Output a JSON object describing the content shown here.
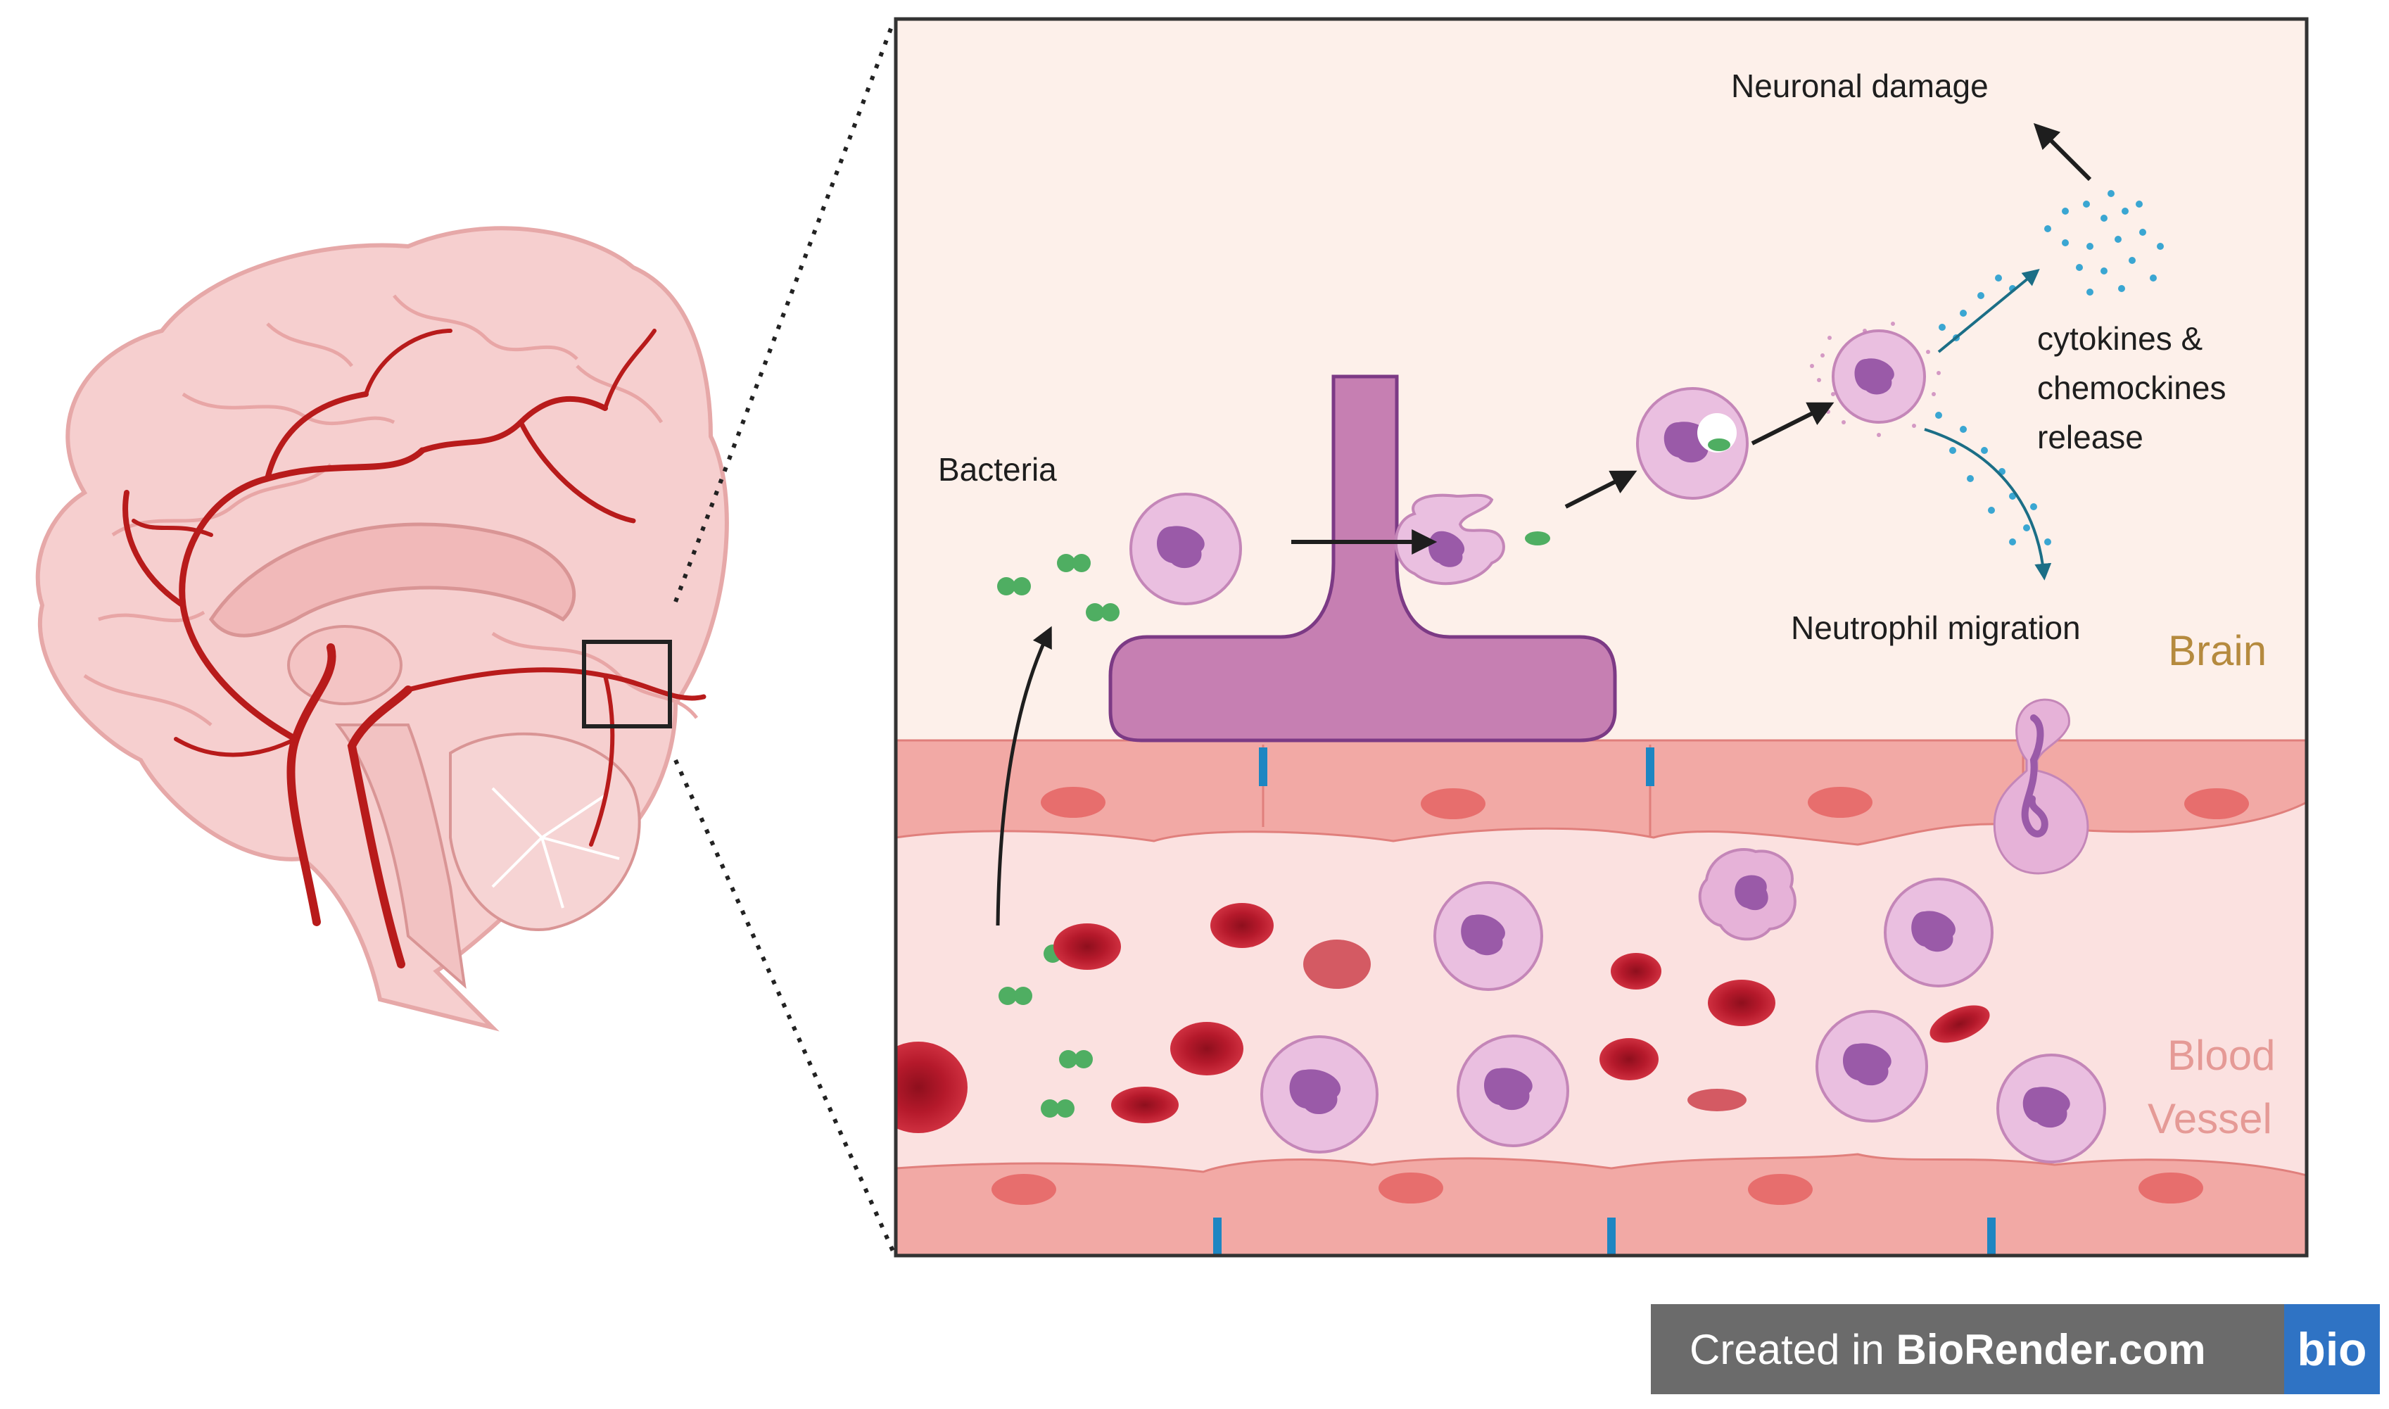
{
  "labels": {
    "neuronal_damage": "Neuronal damage",
    "cytokines_line1": "cytokines &",
    "cytokines_line2": "chemockines",
    "cytokines_line3": "release",
    "bacteria": "Bacteria",
    "neutrophil_migration": "Neutrophil migration",
    "brain": "Brain",
    "blood_line1": "Blood",
    "blood_line2": "Vessel"
  },
  "badge": {
    "prefix": "Created in ",
    "brand": "BioRender.com",
    "logo": "bio"
  },
  "colors": {
    "brain_zone": "#fdf0ea",
    "vessel_zone": "#fbe1e0",
    "endothelium": "#f2a9a5",
    "neutrophil": "#eabfe0",
    "neutrophil_nucleus": "#9a5aa8",
    "red_blood_cell": "#b2172a",
    "bacteria": "#4fae62",
    "cytokine_dots": "#3aa6d2",
    "brain_label": "#b58a3e",
    "vessel_label": "#e59a96",
    "artery": "#b81b1b"
  }
}
